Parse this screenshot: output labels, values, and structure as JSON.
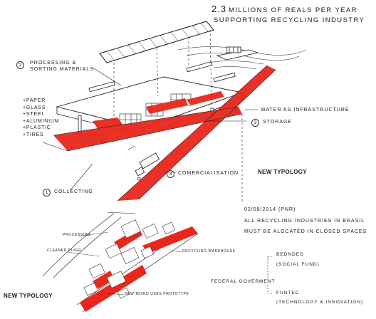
{
  "header": {
    "amount": "2.3",
    "line1": "MILLIONS OF REALS PER YEAR",
    "line2": "SUPPORTING RECYCLING INDUSTRY"
  },
  "labels": {
    "processing_num": "2",
    "processing_1": "PROCESSING &",
    "processing_2": "SORTING MATERIALS",
    "water": "WATER AS INFRASTRUCTURE",
    "storage_num": "3",
    "storage": "STORAGE",
    "comm_num": "3",
    "comm": "COMERCIALISATION",
    "collect_num": "1",
    "collect": "COLLECTING"
  },
  "materials": [
    "+PAPER",
    "+GLASS",
    "+STEEL",
    "+ALUMINIUM",
    "+PLASTIC",
    "+TIRES"
  ],
  "typology_right": "NEW TYPOLOGY",
  "typology_left": "NEW TYPOLOGY",
  "policy": {
    "date": "02/08/2014 (PNR)",
    "line1": "ALL RECYCLING INDUSTRIES IN BRASIL",
    "line2": "MUST BE ALOCATED IN CLOSED SPACES"
  },
  "lower_labels": {
    "processing": "PROCESSING",
    "river": "CLEANED RIVER",
    "warehouse": "RECYCLING WAREHOUSE",
    "prototype": "NEW MIXED USES PROTOTYPE"
  },
  "funding": {
    "federal": "FEDERAL GOVERMENT",
    "bndes": "BEDNDES",
    "bndes_sub": "(SOCIAL FUND)",
    "funtec": "FUNTEC",
    "funtec_sub": "(TECHNOLOGY & INNOVATION)"
  },
  "colors": {
    "accent": "#e8271c",
    "ink": "#1c1c1c"
  }
}
